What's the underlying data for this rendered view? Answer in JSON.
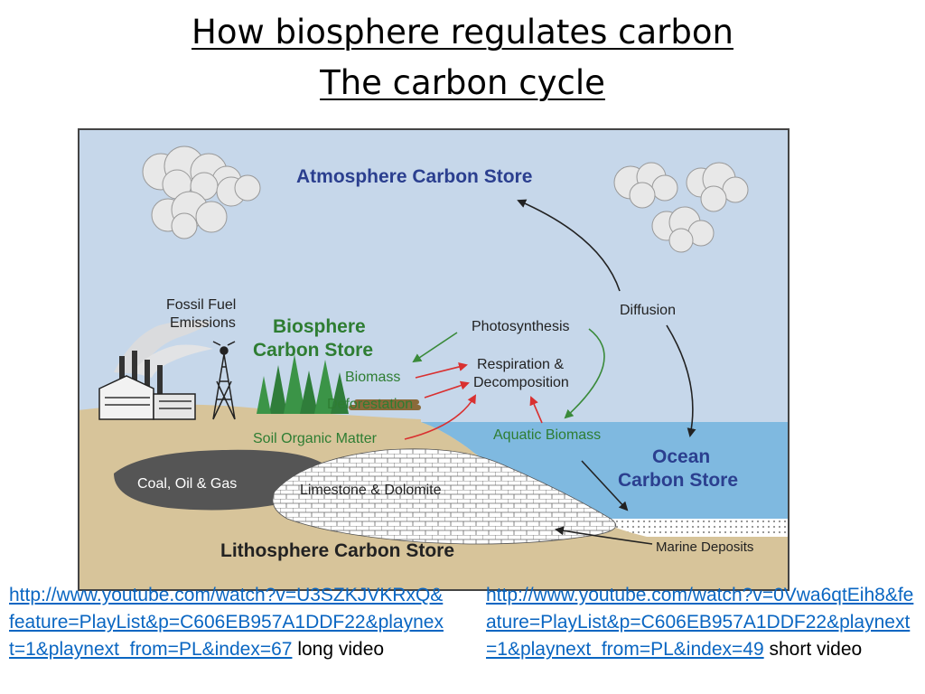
{
  "title": {
    "line1": "How biosphere regulates carbon",
    "line2": "The carbon cycle"
  },
  "diagram": {
    "labels": {
      "atmosphere": "Atmosphere Carbon Store",
      "fossil_fuel_1": "Fossil Fuel",
      "fossil_fuel_2": "Emissions",
      "biosphere_1": "Biosphere",
      "biosphere_2": "Carbon Store",
      "photosynthesis": "Photosynthesis",
      "diffusion": "Diffusion",
      "respiration_1": "Respiration &",
      "respiration_2": "Decomposition",
      "biomass": "Biomass",
      "deforestation": "Deforestation",
      "soil": "Soil Organic Matter",
      "aquatic": "Aquatic Biomass",
      "ocean_1": "Ocean",
      "ocean_2": "Carbon Store",
      "coal": "Coal, Oil & Gas",
      "limestone": "Limestone & Dolomite",
      "lithosphere": "Lithosphere Carbon Store",
      "marine": "Marine Deposits"
    },
    "colors": {
      "sky": "#c6d7ea",
      "ground": "#d7c49a",
      "ocean": "#7fb9e0",
      "store_title": "#2b3f8f",
      "biosphere_title": "#2e7d32",
      "green_arrow": "#3a8a3a",
      "red_arrow": "#d93030"
    }
  },
  "links": [
    {
      "url": "http://www.youtube.com/watch?v=U3SZKJVKRxQ&feature=PlayList&p=C606EB957A1DDF22&playnext=1&playnext_from=PL&index=67",
      "note": "long video"
    },
    {
      "url": "http://www.youtube.com/watch?v=0Vwa6qtEih8&feature=PlayList&p=C606EB957A1DDF22&playnext=1&playnext_from=PL&index=49",
      "note": "short video"
    }
  ]
}
